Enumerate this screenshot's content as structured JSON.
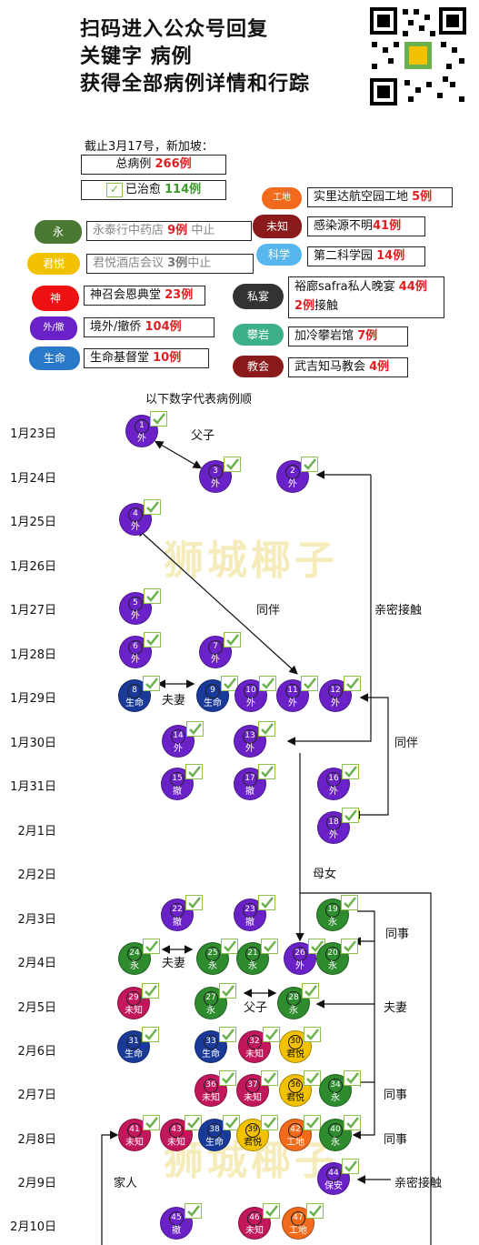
{
  "header": {
    "line1": "扫码进入公众号回复",
    "line2": "关键字  病例",
    "line3": "获得全部病例详情和行踪"
  },
  "summary": {
    "cutoff": "截止3月17号，新加坡：",
    "total_prefix": "总病例 ",
    "total_num": "266例",
    "cured_prefix": "已治愈 ",
    "cured_num": "114例"
  },
  "clusters": [
    {
      "id": "yong",
      "tag": "永",
      "color": "#4a7a32",
      "text": "永泰行中药店 ",
      "num": "9例",
      "suffix": " 中止",
      "gray": true
    },
    {
      "id": "junyue",
      "tag": "君悦",
      "color": "#f2c200",
      "text": "君悦酒店会议 ",
      "num": "3例",
      "suffix": "中止",
      "gray": true
    },
    {
      "id": "shen",
      "tag": "神",
      "color": "#ee1111",
      "text": "神召会恩典堂 ",
      "num": "23例",
      "suffix": "",
      "gray": false
    },
    {
      "id": "wai",
      "tag": "外/撤",
      "color": "#6a22c8",
      "text": "境外/撤侨 ",
      "num": "104例",
      "suffix": "",
      "gray": false
    },
    {
      "id": "sheng",
      "tag": "生命",
      "color": "#2a78c8",
      "text": "生命基督堂 ",
      "num": "10例",
      "suffix": "",
      "gray": false
    },
    {
      "id": "gongdi",
      "tag": "工地",
      "color": "#f26a1b",
      "text": "实里达航空园工地 ",
      "num": "5例",
      "suffix": "",
      "gray": false
    },
    {
      "id": "weizhi",
      "tag": "未知",
      "color": "#c2185b",
      "text": "感染源不明",
      "num": "41例",
      "suffix": "",
      "gray": false
    },
    {
      "id": "kexue",
      "tag": "科学",
      "color": "#58b6ee",
      "text": "第二科学园 ",
      "num": "14例",
      "suffix": "",
      "gray": false
    },
    {
      "id": "siyan",
      "tag": "私宴",
      "color": "#333333",
      "text": "裕廊safra私人晚宴 ",
      "num": "44例",
      "suffix": "",
      "extra_num": "2例",
      "extra_text": "接触",
      "gray": false
    },
    {
      "id": "panyan",
      "tag": "攀岩",
      "color": "#3bb08a",
      "text": "加冷攀岩馆 ",
      "num": "7例",
      "suffix": "",
      "gray": false
    },
    {
      "id": "jiaohui",
      "tag": "教会",
      "color": "#8b1a1a",
      "text": "武吉知马教会 ",
      "num": "4例",
      "suffix": "",
      "gray": false
    }
  ],
  "timeline_caption": "以下数字代表病例顺",
  "dates": [
    "1月23日",
    "1月24日",
    "1月25日",
    "1月26日",
    "1月27日",
    "1月28日",
    "1月29日",
    "1月30日",
    "1月31日",
    "2月1日",
    "2月2日",
    "2月3日",
    "2月4日",
    "2月5日",
    "2月6日",
    "2月7日",
    "2月8日",
    "2月9日",
    "2月10日"
  ],
  "relations": {
    "fuzi1": "父子",
    "tongban1": "同伴",
    "qinmi1": "亲密接触",
    "fuqi1": "夫妻",
    "tongban2": "同伴",
    "munv": "母女",
    "tongshi1": "同事",
    "fuqi2": "夫妻",
    "fuzi2": "父子",
    "fuqi3": "夫妻",
    "tongshi2": "同事",
    "tongshi3": "同事",
    "jiaren": "家人",
    "qinmi2": "亲密接触"
  },
  "cases": [
    {
      "n": "1",
      "tag": "外",
      "color": "#6a22c8"
    },
    {
      "n": "3",
      "tag": "外",
      "color": "#6a22c8"
    },
    {
      "n": "2",
      "tag": "外",
      "color": "#6a22c8"
    },
    {
      "n": "4",
      "tag": "外",
      "color": "#6a22c8"
    },
    {
      "n": "5",
      "tag": "外",
      "color": "#6a22c8"
    },
    {
      "n": "6",
      "tag": "外",
      "color": "#6a22c8"
    },
    {
      "n": "7",
      "tag": "外",
      "color": "#6a22c8"
    },
    {
      "n": "8",
      "tag": "生命",
      "color": "#1a3a9a"
    },
    {
      "n": "9",
      "tag": "生命",
      "color": "#1a3a9a"
    },
    {
      "n": "10",
      "tag": "外",
      "color": "#6a22c8"
    },
    {
      "n": "11",
      "tag": "外",
      "color": "#6a22c8"
    },
    {
      "n": "12",
      "tag": "外",
      "color": "#6a22c8"
    },
    {
      "n": "14",
      "tag": "外",
      "color": "#6a22c8"
    },
    {
      "n": "13",
      "tag": "外",
      "color": "#6a22c8"
    },
    {
      "n": "15",
      "tag": "撤",
      "color": "#6a22c8"
    },
    {
      "n": "17",
      "tag": "撤",
      "color": "#6a22c8"
    },
    {
      "n": "16",
      "tag": "外",
      "color": "#6a22c8"
    },
    {
      "n": "18",
      "tag": "外",
      "color": "#6a22c8"
    },
    {
      "n": "22",
      "tag": "撤",
      "color": "#6a22c8"
    },
    {
      "n": "23",
      "tag": "撤",
      "color": "#6a22c8"
    },
    {
      "n": "19",
      "tag": "永",
      "color": "#2e8b2e"
    },
    {
      "n": "24",
      "tag": "永",
      "color": "#2e8b2e"
    },
    {
      "n": "25",
      "tag": "永",
      "color": "#2e8b2e"
    },
    {
      "n": "21",
      "tag": "永",
      "color": "#2e8b2e"
    },
    {
      "n": "26",
      "tag": "外",
      "color": "#6a22c8"
    },
    {
      "n": "20",
      "tag": "永",
      "color": "#2e8b2e"
    },
    {
      "n": "29",
      "tag": "未知",
      "color": "#c2185b"
    },
    {
      "n": "27",
      "tag": "永",
      "color": "#2e8b2e"
    },
    {
      "n": "28",
      "tag": "永",
      "color": "#2e8b2e"
    },
    {
      "n": "31",
      "tag": "生命",
      "color": "#1a3a9a"
    },
    {
      "n": "33",
      "tag": "生命",
      "color": "#1a3a9a"
    },
    {
      "n": "32",
      "tag": "未知",
      "color": "#c2185b"
    },
    {
      "n": "30",
      "tag": "君悦",
      "color": "#f2c200"
    },
    {
      "n": "36",
      "tag": "未知",
      "color": "#c2185b"
    },
    {
      "n": "37",
      "tag": "未知",
      "color": "#c2185b"
    },
    {
      "n": "36",
      "tag": "君悦",
      "color": "#f2c200"
    },
    {
      "n": "34",
      "tag": "永",
      "color": "#2e8b2e"
    },
    {
      "n": "41",
      "tag": "未知",
      "color": "#c2185b"
    },
    {
      "n": "43",
      "tag": "未知",
      "color": "#c2185b"
    },
    {
      "n": "38",
      "tag": "生命",
      "color": "#1a3a9a"
    },
    {
      "n": "39",
      "tag": "君悦",
      "color": "#f2c200"
    },
    {
      "n": "42",
      "tag": "工地",
      "color": "#f26a1b"
    },
    {
      "n": "40",
      "tag": "永",
      "color": "#2e8b2e"
    },
    {
      "n": "44",
      "tag": "保安",
      "color": "#6a22c8"
    },
    {
      "n": "45",
      "tag": "撤",
      "color": "#6a22c8"
    },
    {
      "n": "46",
      "tag": "未知",
      "color": "#c2185b"
    },
    {
      "n": "47",
      "tag": "工地",
      "color": "#f26a1b"
    }
  ],
  "watermark": "狮城椰子"
}
